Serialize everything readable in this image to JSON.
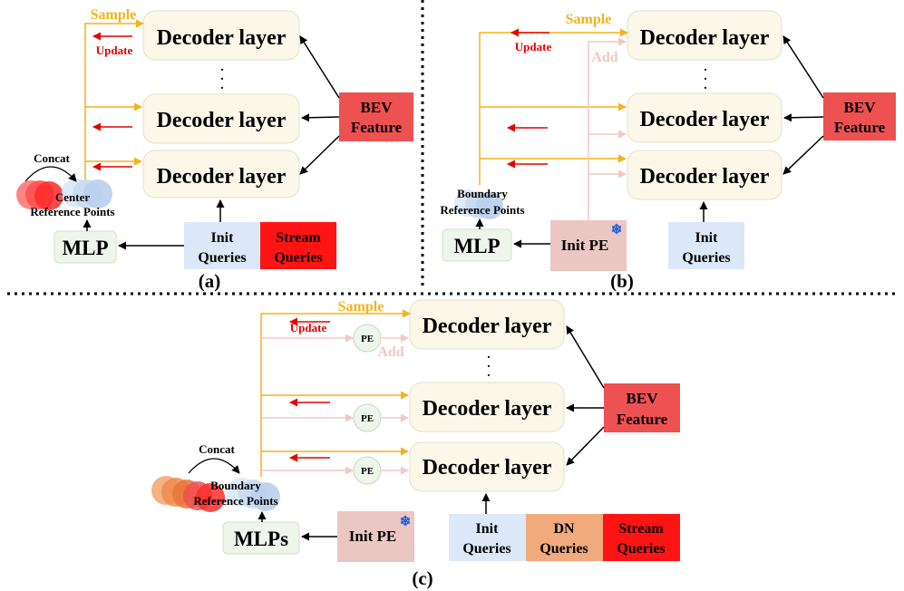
{
  "colors": {
    "decoder_fill": "#fbf8ea",
    "decoder_stroke": "#e3dfc4",
    "bev_fill": "#ee5151",
    "init_queries_fill": "#dce8f8",
    "stream_queries_fill": "#ff1414",
    "dn_queries_fill": "#f0aa7c",
    "mlp_fill": "#eef6ec",
    "init_pe_fill": "#ebc7c4",
    "sample_orange": "#f5b21c",
    "update_red": "#e60000",
    "add_pink": "#f3c7c4",
    "pe_circle_fill": "#eef6ec"
  },
  "labels": {
    "decoder_layer": "Decoder layer",
    "vdots": ".",
    "sample": "Sample",
    "update": "Update",
    "add": "Add",
    "pe": "PE",
    "concat": "Concat",
    "bev_line1": "BEV",
    "bev_line2": "Feature",
    "init_queries_line1": "Init",
    "init_queries_line2": "Queries",
    "stream_queries_line1": "Stream",
    "stream_queries_line2": "Queries",
    "dn_queries_line1": "DN",
    "dn_queries_line2": "Queries",
    "mlp": "MLP",
    "mlps": "MLPs",
    "init_pe": "Init PE",
    "snowflake": "❄",
    "center_ref_line1": "Center",
    "center_ref_line2": "Reference Points",
    "boundary_ref_line1": "Boundary",
    "boundary_ref_line2": "Reference Points",
    "caption_a": "(a)",
    "caption_b": "(b)",
    "caption_c": "(c)"
  }
}
